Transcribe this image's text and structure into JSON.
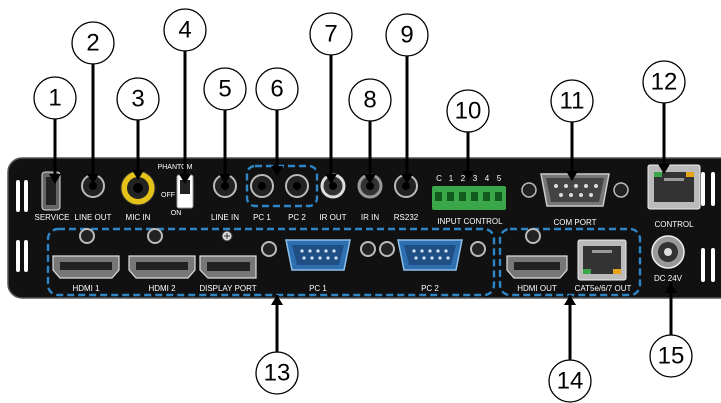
{
  "labels": {
    "service": "SERVICE",
    "line_out": "LINE OUT",
    "mic_in": "MIC IN",
    "phantom": "PHANTOM",
    "off": "OFF",
    "on": "ON",
    "line_in": "LINE IN",
    "pc1_audio": "PC 1",
    "pc2_audio": "PC 2",
    "ir_out": "IR OUT",
    "ir_in": "IR IN",
    "rs232": "RS232",
    "terminal_pins": [
      "C",
      "1",
      "2",
      "3",
      "4",
      "5"
    ],
    "input_control": "INPUT CONTROL",
    "com_port": "COM PORT",
    "control": "CONTROL",
    "hdmi1": "HDMI 1",
    "hdmi2": "HDMI 2",
    "display_port": "DISPLAY PORT",
    "pc1_vga": "PC 1",
    "pc2_vga": "PC 2",
    "hdmi_out": "HDMI OUT",
    "cat_out": "CAT5e/6/7 OUT",
    "dc24v": "DC 24V"
  },
  "callouts": [
    "1",
    "2",
    "3",
    "4",
    "5",
    "6",
    "7",
    "8",
    "9",
    "10",
    "11",
    "12",
    "13",
    "14",
    "15"
  ],
  "colors": {
    "panel": "#111111",
    "highlight": "#2f86c6",
    "terminal_block": "#3aa84a",
    "mic_ring": "#e5c21a"
  }
}
